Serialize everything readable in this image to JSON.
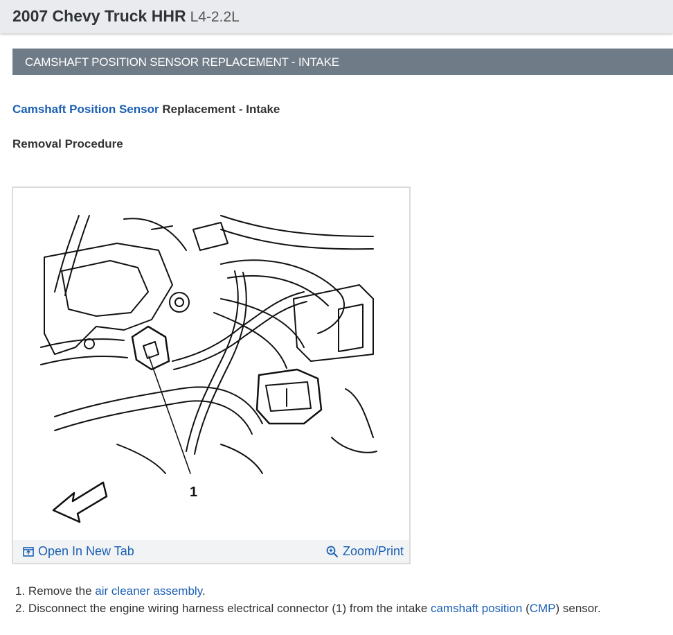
{
  "header": {
    "title": "2007 Chevy Truck HHR",
    "engine": "L4-2.2L"
  },
  "section_title": "CAMSHAFT POSITION SENSOR REPLACEMENT - INTAKE",
  "subheading": {
    "link": "Camshaft Position Sensor",
    "rest": " Replacement - Intake"
  },
  "removal_label": "Removal Procedure",
  "figure": {
    "callout": "1",
    "open_tab_label": "Open In New Tab",
    "zoom_label": "Zoom/Print"
  },
  "steps": [
    {
      "num": "1.",
      "pre": " Remove the ",
      "link": "air cleaner assembly",
      "post": "."
    },
    {
      "num": "2.",
      "pre": " Disconnect the engine wiring harness electrical connector (1) from the intake ",
      "link": "camshaft position",
      "mid": " (",
      "link2": "CMP",
      "post": ") sensor."
    }
  ],
  "colors": {
    "link": "#1a5fb4",
    "section_bar": "#6f7b87",
    "topbar": "#e9ebee"
  }
}
